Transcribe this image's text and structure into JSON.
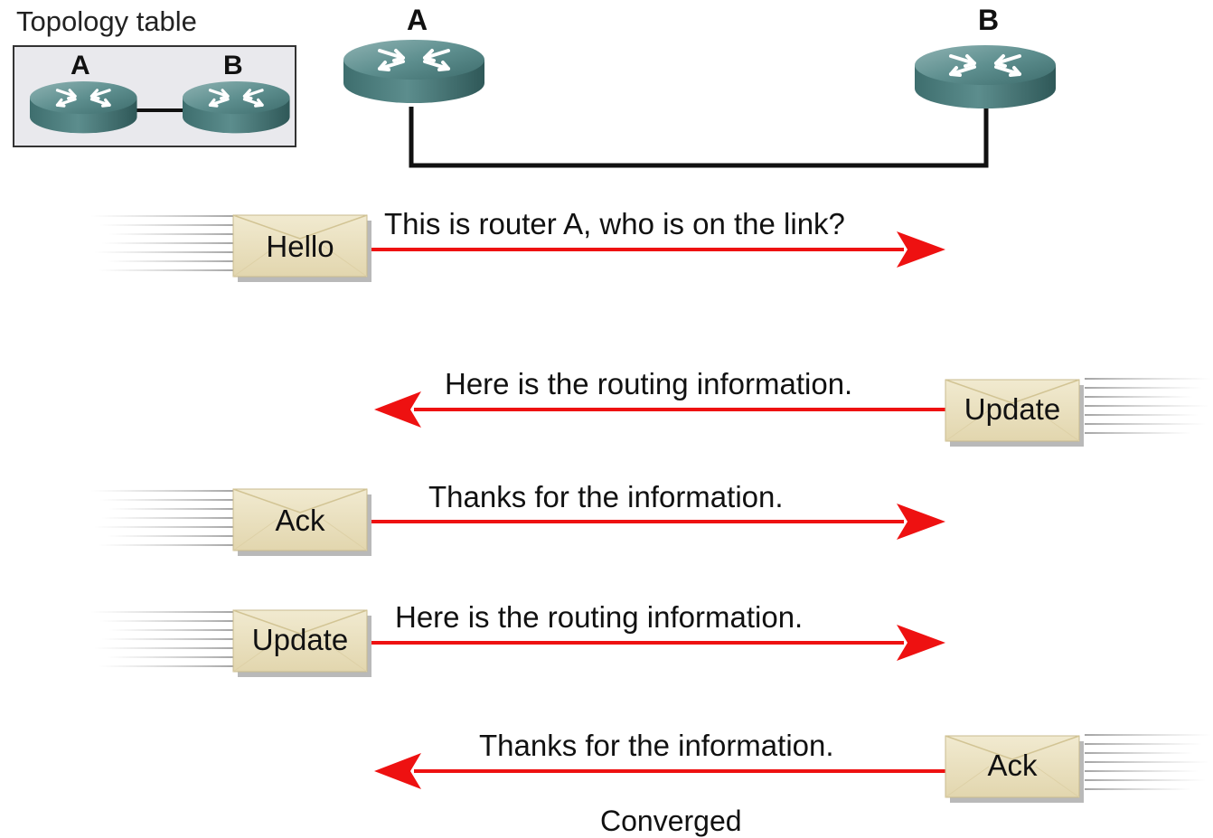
{
  "topology": {
    "title": "Topology table",
    "router_a": "A",
    "router_b": "B"
  },
  "routers": {
    "a_label": "A",
    "b_label": "B"
  },
  "messages": [
    {
      "packet": "Hello",
      "text": "This is router A, who is on the link?",
      "direction": "A-to-B"
    },
    {
      "packet": "Update",
      "text": "Here is the routing information.",
      "direction": "B-to-A"
    },
    {
      "packet": "Ack",
      "text": "Thanks for the information.",
      "direction": "A-to-B"
    },
    {
      "packet": "Update",
      "text": "Here is the routing information.",
      "direction": "A-to-B"
    },
    {
      "packet": "Ack",
      "text": "Thanks for the information.",
      "direction": "B-to-A"
    }
  ],
  "status": "Converged",
  "colors": {
    "arrow": "#ee1111",
    "envelope": "#ece3c4",
    "router": "#4f8383",
    "link": "#111111"
  },
  "icons": [
    "router-icon",
    "envelope-icon",
    "arrow-right-icon",
    "arrow-left-icon"
  ]
}
